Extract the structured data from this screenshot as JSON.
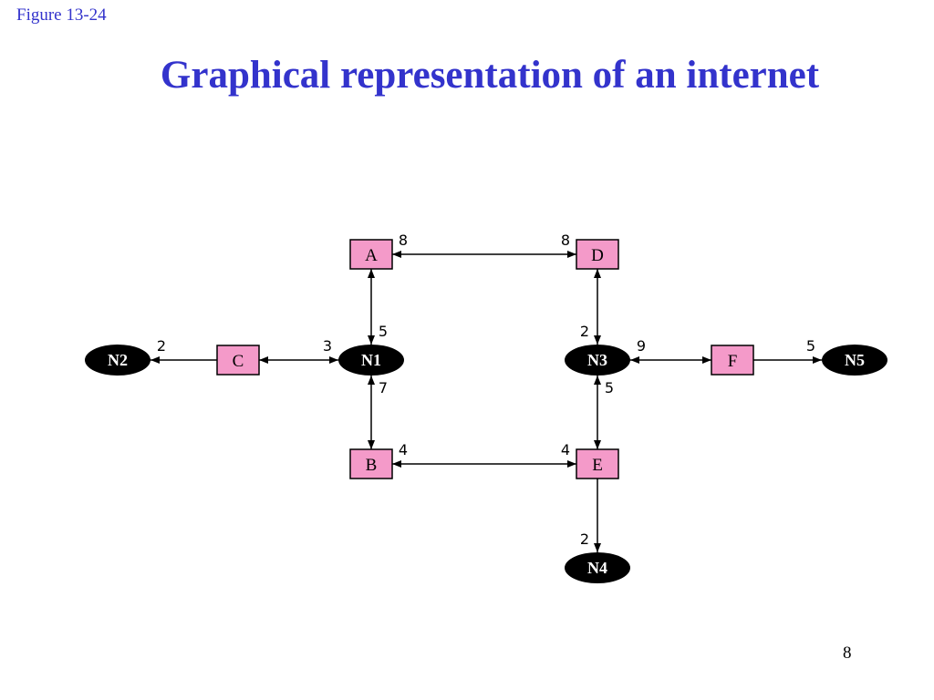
{
  "slide": {
    "figure_label": "Figure  13-24",
    "title": "Graphical representation of an internet",
    "page_number": "8"
  },
  "colors": {
    "router_fill": "#f49ac9",
    "network_fill": "#000000",
    "title": "#3333cc"
  },
  "diagram": {
    "routers": [
      {
        "id": "A",
        "label": "A"
      },
      {
        "id": "D",
        "label": "D"
      },
      {
        "id": "C",
        "label": "C"
      },
      {
        "id": "F",
        "label": "F"
      },
      {
        "id": "B",
        "label": "B"
      },
      {
        "id": "E",
        "label": "E"
      }
    ],
    "networks": [
      {
        "id": "N1",
        "label": "N1"
      },
      {
        "id": "N2",
        "label": "N2"
      },
      {
        "id": "N3",
        "label": "N3"
      },
      {
        "id": "N4",
        "label": "N4"
      },
      {
        "id": "N5",
        "label": "N5"
      }
    ],
    "links": [
      {
        "from": "A",
        "to": "D",
        "arrows": "both",
        "cost_from": "8",
        "cost_to": "8"
      },
      {
        "from": "A",
        "to": "N1",
        "arrows": "both",
        "cost_to": "5"
      },
      {
        "from": "D",
        "to": "N3",
        "arrows": "both",
        "cost_to": "2"
      },
      {
        "from": "C",
        "to": "N2",
        "arrows": "to",
        "cost_to": "2"
      },
      {
        "from": "C",
        "to": "N1",
        "arrows": "both",
        "cost_to": "3"
      },
      {
        "from": "N3",
        "to": "F",
        "arrows": "both",
        "cost_from": "9"
      },
      {
        "from": "F",
        "to": "N5",
        "arrows": "to",
        "cost_to": "5"
      },
      {
        "from": "N1",
        "to": "B",
        "arrows": "both",
        "cost_from": "7"
      },
      {
        "from": "N3",
        "to": "E",
        "arrows": "both",
        "cost_from": "5"
      },
      {
        "from": "B",
        "to": "E",
        "arrows": "both",
        "cost_from": "4",
        "cost_to": "4"
      },
      {
        "from": "E",
        "to": "N4",
        "arrows": "to",
        "cost_to": "2"
      }
    ]
  }
}
